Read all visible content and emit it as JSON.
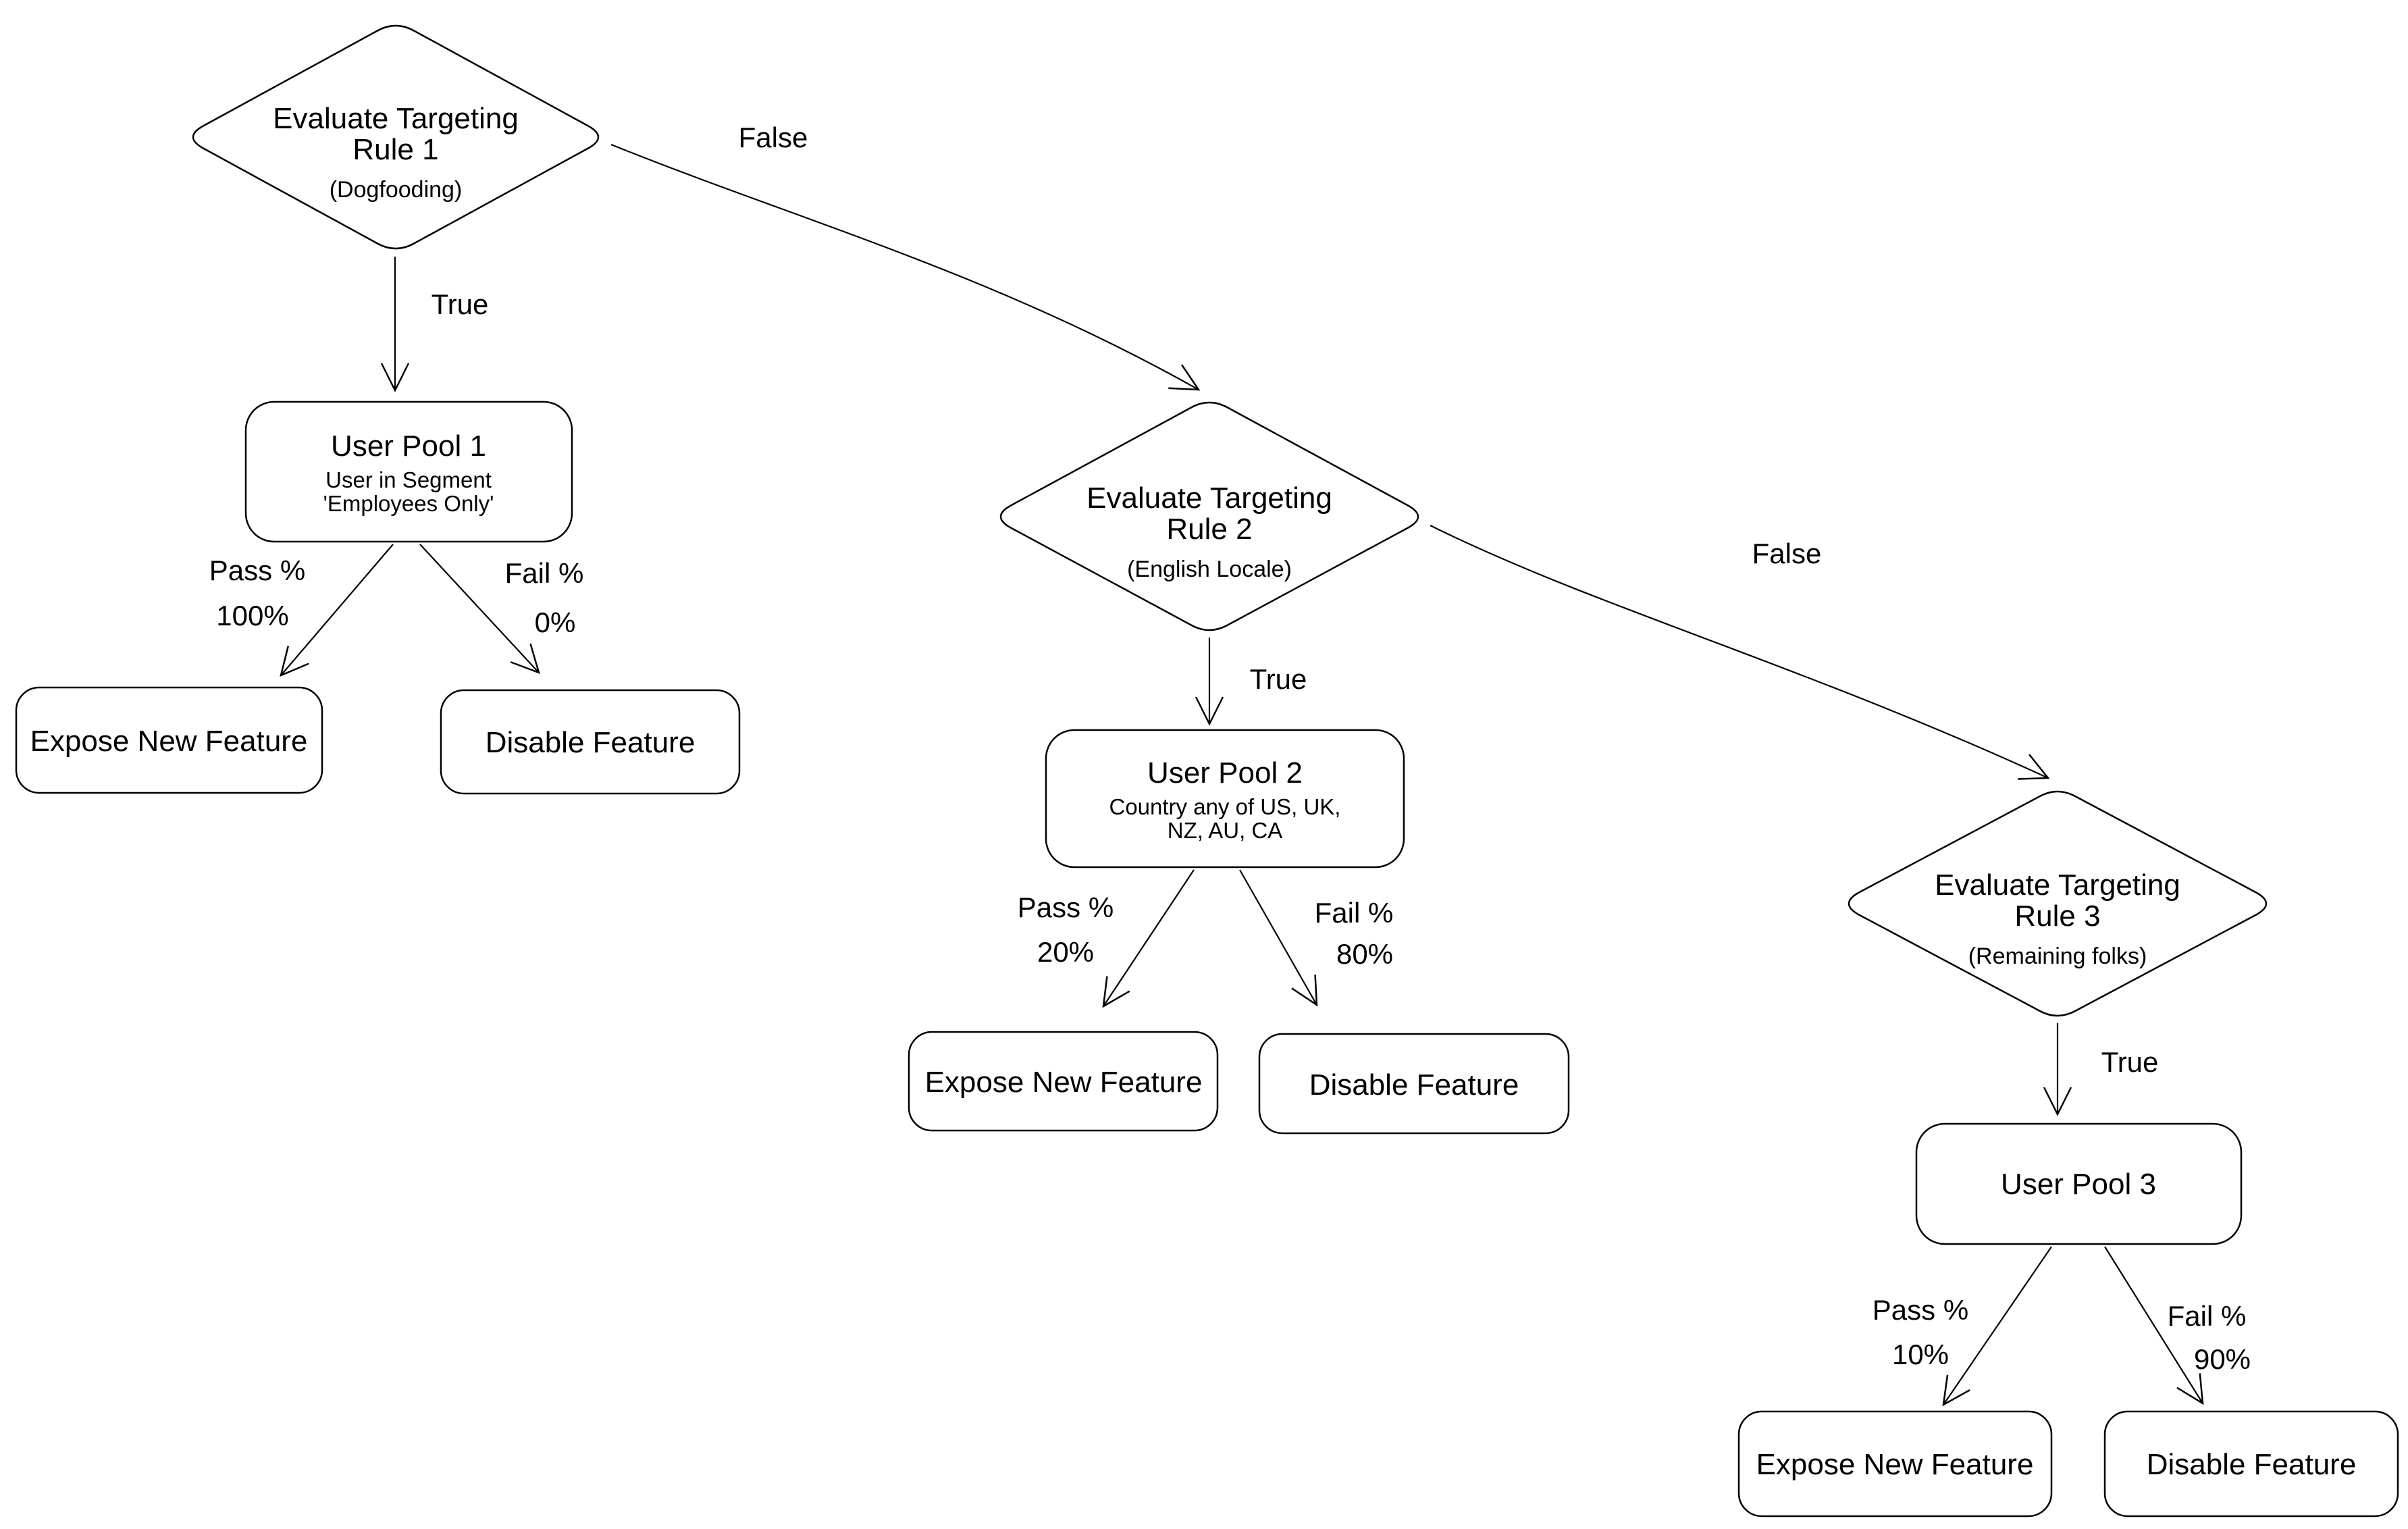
{
  "diagram": {
    "colors": {
      "background": "#ffffff",
      "stroke": "#000000",
      "text": "#000000"
    },
    "nodes": {
      "rule1": {
        "line1": "Evaluate Targeting",
        "line2": "Rule 1",
        "note": "(Dogfooding)"
      },
      "rule2": {
        "line1": "Evaluate Targeting",
        "line2": "Rule 2",
        "note": "(English Locale)"
      },
      "rule3": {
        "line1": "Evaluate Targeting",
        "line2": "Rule 3",
        "note": "(Remaining folks)"
      },
      "pool1": {
        "title": "User Pool 1",
        "sub1": "User in Segment",
        "sub2": "'Employees Only'"
      },
      "pool2": {
        "title": "User Pool 2",
        "sub1": "Country any of US, UK,",
        "sub2": "NZ, AU, CA"
      },
      "pool3": {
        "title": "User Pool 3"
      },
      "expose1": {
        "label": "Expose New Feature"
      },
      "expose2": {
        "label": "Expose New Feature"
      },
      "expose3": {
        "label": "Expose New Feature"
      },
      "disable1": {
        "label": "Disable Feature"
      },
      "disable2": {
        "label": "Disable Feature"
      },
      "disable3": {
        "label": "Disable Feature"
      }
    },
    "edges": {
      "true1": {
        "label": "True"
      },
      "true2": {
        "label": "True"
      },
      "true3": {
        "label": "True"
      },
      "false1": {
        "label": "False"
      },
      "false2": {
        "label": "False"
      },
      "pass1": {
        "label": "Pass %",
        "value": "100%"
      },
      "fail1": {
        "label": "Fail %",
        "value": "0%"
      },
      "pass2": {
        "label": "Pass %",
        "value": "20%"
      },
      "fail2": {
        "label": "Fail %",
        "value": "80%"
      },
      "pass3": {
        "label": "Pass %",
        "value": "10%"
      },
      "fail3": {
        "label": "Fail %",
        "value": "90%"
      }
    }
  }
}
